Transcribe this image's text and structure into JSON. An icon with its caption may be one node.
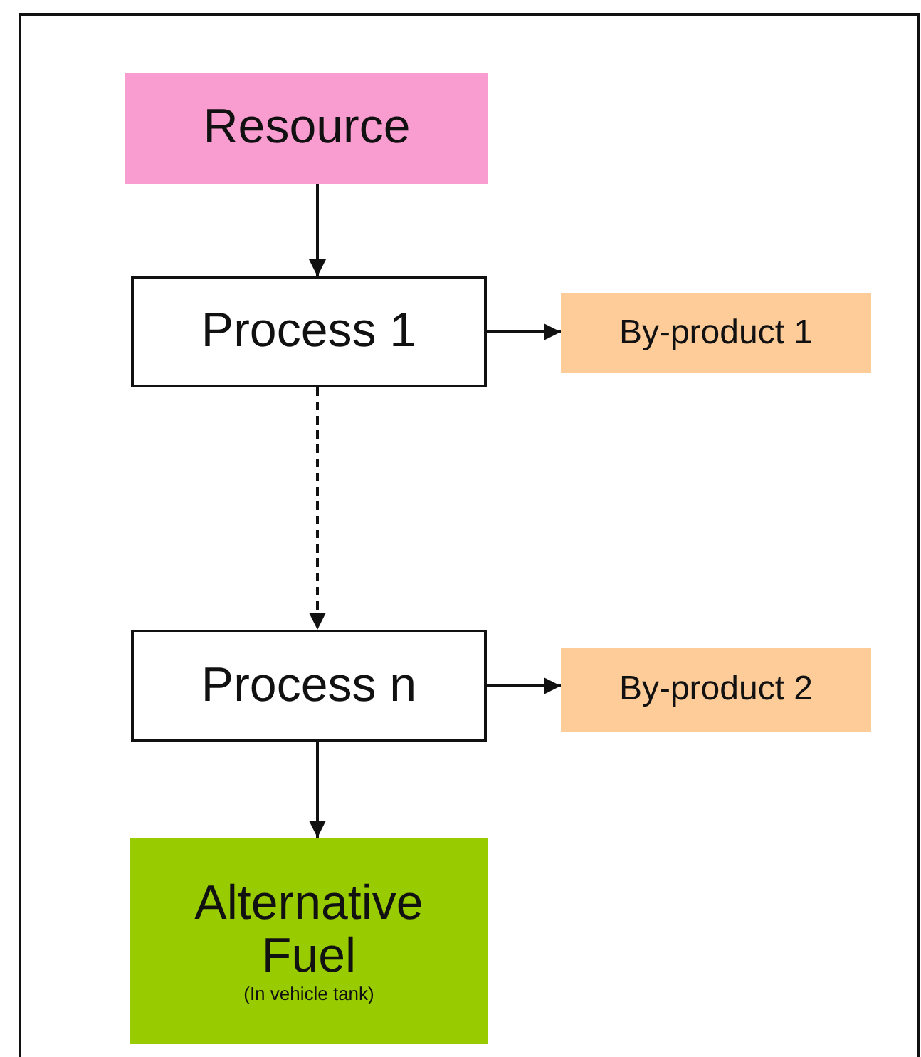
{
  "diagram": {
    "nodes": [
      {
        "text": [
          "Resource"
        ]
      },
      {
        "text": [
          "Process 1"
        ]
      },
      {
        "text": [
          "By-product 1"
        ]
      },
      {
        "text": [
          "Process n"
        ]
      },
      {
        "text": [
          "By-product 2"
        ]
      },
      {
        "text": [
          "Alternative Fuel",
          "(In vehicle tank)"
        ]
      }
    ],
    "edges": [
      {
        "from": 0,
        "to": 1,
        "arrow": "to"
      },
      {
        "from": 1,
        "to": 2,
        "arrow": "to"
      },
      {
        "from": 1,
        "to": 3,
        "arrow": "to",
        "style": "dashed"
      },
      {
        "from": 3,
        "to": 4,
        "arrow": "to"
      },
      {
        "from": 3,
        "to": 5,
        "arrow": "to"
      }
    ]
  }
}
